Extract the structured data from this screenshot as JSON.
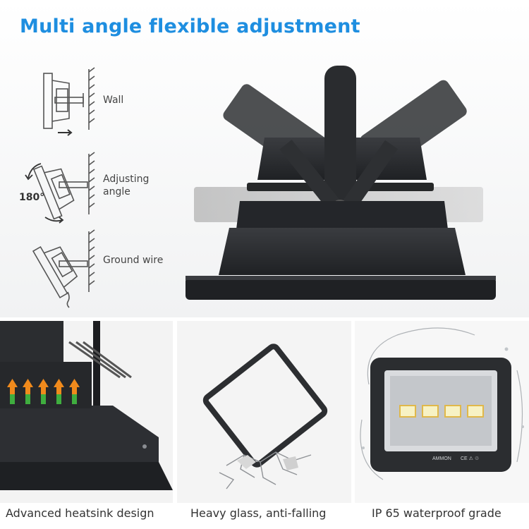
{
  "title": "Multi angle flexible adjustment",
  "diagram_labels": {
    "wall": "Wall",
    "adjusting_line1": "Adjusting",
    "adjusting_line2": "angle",
    "degrees": "180°",
    "ground_wire": "Ground wire"
  },
  "product_brand": "AMMON",
  "features": [
    {
      "caption": "Advanced heatsink design"
    },
    {
      "caption": "Heavy glass, anti-falling"
    },
    {
      "caption": "IP 65 waterproof grade"
    }
  ],
  "colors": {
    "title_blue": "#1e8ee0",
    "housing_dark": "#2b2d30",
    "heat_arrow_orange": "#f08a1c",
    "heat_arrow_green": "#3fae3f"
  }
}
